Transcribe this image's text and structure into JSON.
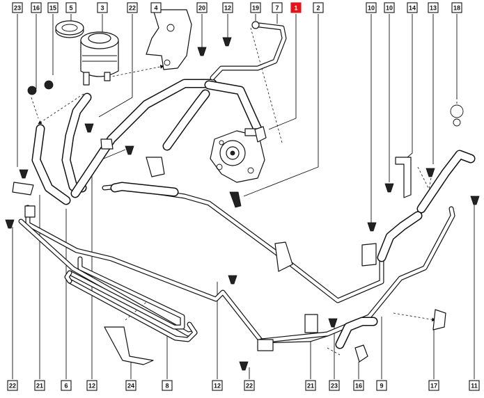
{
  "callouts_top": [
    "23",
    "16",
    "15",
    "5",
    "3",
    "22",
    "4",
    "20",
    "12",
    "19",
    "7",
    "1",
    "2",
    "10",
    "10",
    "14",
    "13",
    "18"
  ],
  "callouts_bottom": [
    "22",
    "21",
    "6",
    "12",
    "24",
    "8",
    "12",
    "22",
    "21",
    "23",
    "16",
    "9",
    "17",
    "11"
  ],
  "highlight": {
    "text": "1",
    "color": "#e2151b"
  }
}
